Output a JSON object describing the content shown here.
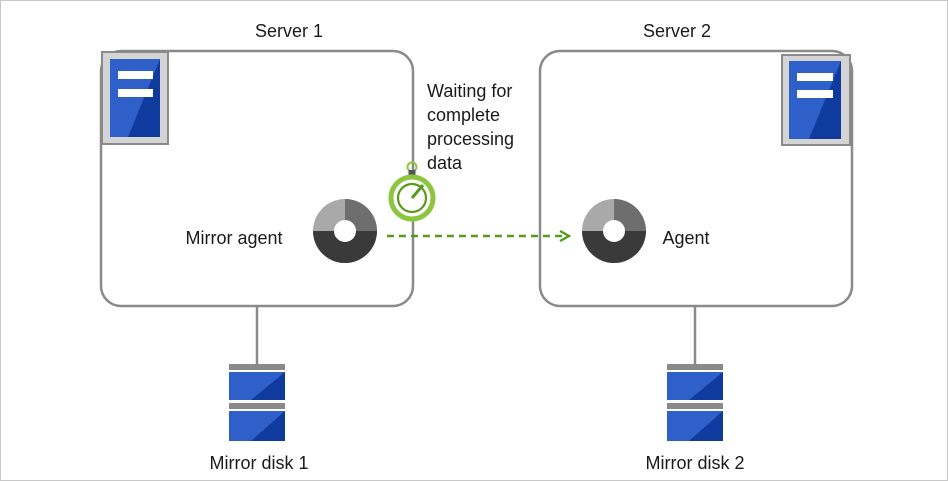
{
  "servers": [
    {
      "label": "Server 1",
      "agent_label": "Mirror agent",
      "disk_label": "Mirror disk 1"
    },
    {
      "label": "Server 2",
      "agent_label": "Agent",
      "disk_label": "Mirror disk 2"
    }
  ],
  "annotation": [
    "Waiting for",
    "complete",
    "processing",
    "data"
  ],
  "colors": {
    "server_blue": "#2f5fc8",
    "server_blue_dark": "#0f3a9e",
    "arrow_green": "#5a9a1a",
    "timer_green": "#8cc63f",
    "agent_light": "#a9a9a9",
    "agent_dark": "#3a3a3a",
    "frame_gray": "#8a8a8a"
  }
}
